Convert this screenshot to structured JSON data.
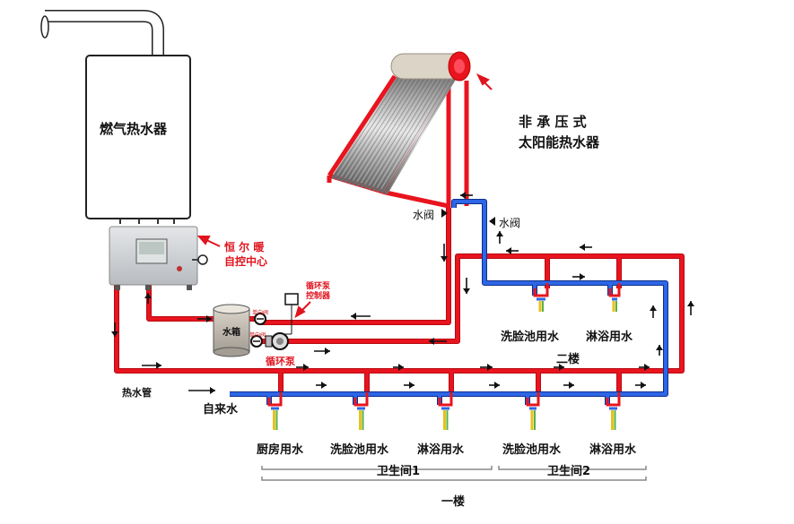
{
  "labels": {
    "gas_heater": "燃气热水器",
    "solar_heater": "非 承 压 式\n太阳能热水器",
    "controller": "恒 尔 暖\n自控中心",
    "pump_controller": "循环泵\n控制器",
    "check_valve_1": "单向阀",
    "check_valve_2": "单向阀",
    "water_tank": "水箱",
    "circulation_pump": "循环泵",
    "hot_water_pipe": "热水管",
    "tap_water": "自来水",
    "valve_left": "水阀",
    "valve_right": "水阀",
    "second_floor": "二楼",
    "first_floor": "一楼",
    "bathroom1": "卫生间1",
    "bathroom2": "卫生间2",
    "outlets_2f": [
      "洗脸池用水",
      "淋浴用水"
    ],
    "outlets_1f": [
      "厨房用水",
      "洗脸池用水",
      "淋浴用水",
      "洗脸池用水",
      "淋浴用水"
    ]
  },
  "colors": {
    "hot_pipe": "#e8141e",
    "cold_pipe": "#2458d6",
    "arrow": "#111111",
    "annotation": "#e0141e"
  }
}
